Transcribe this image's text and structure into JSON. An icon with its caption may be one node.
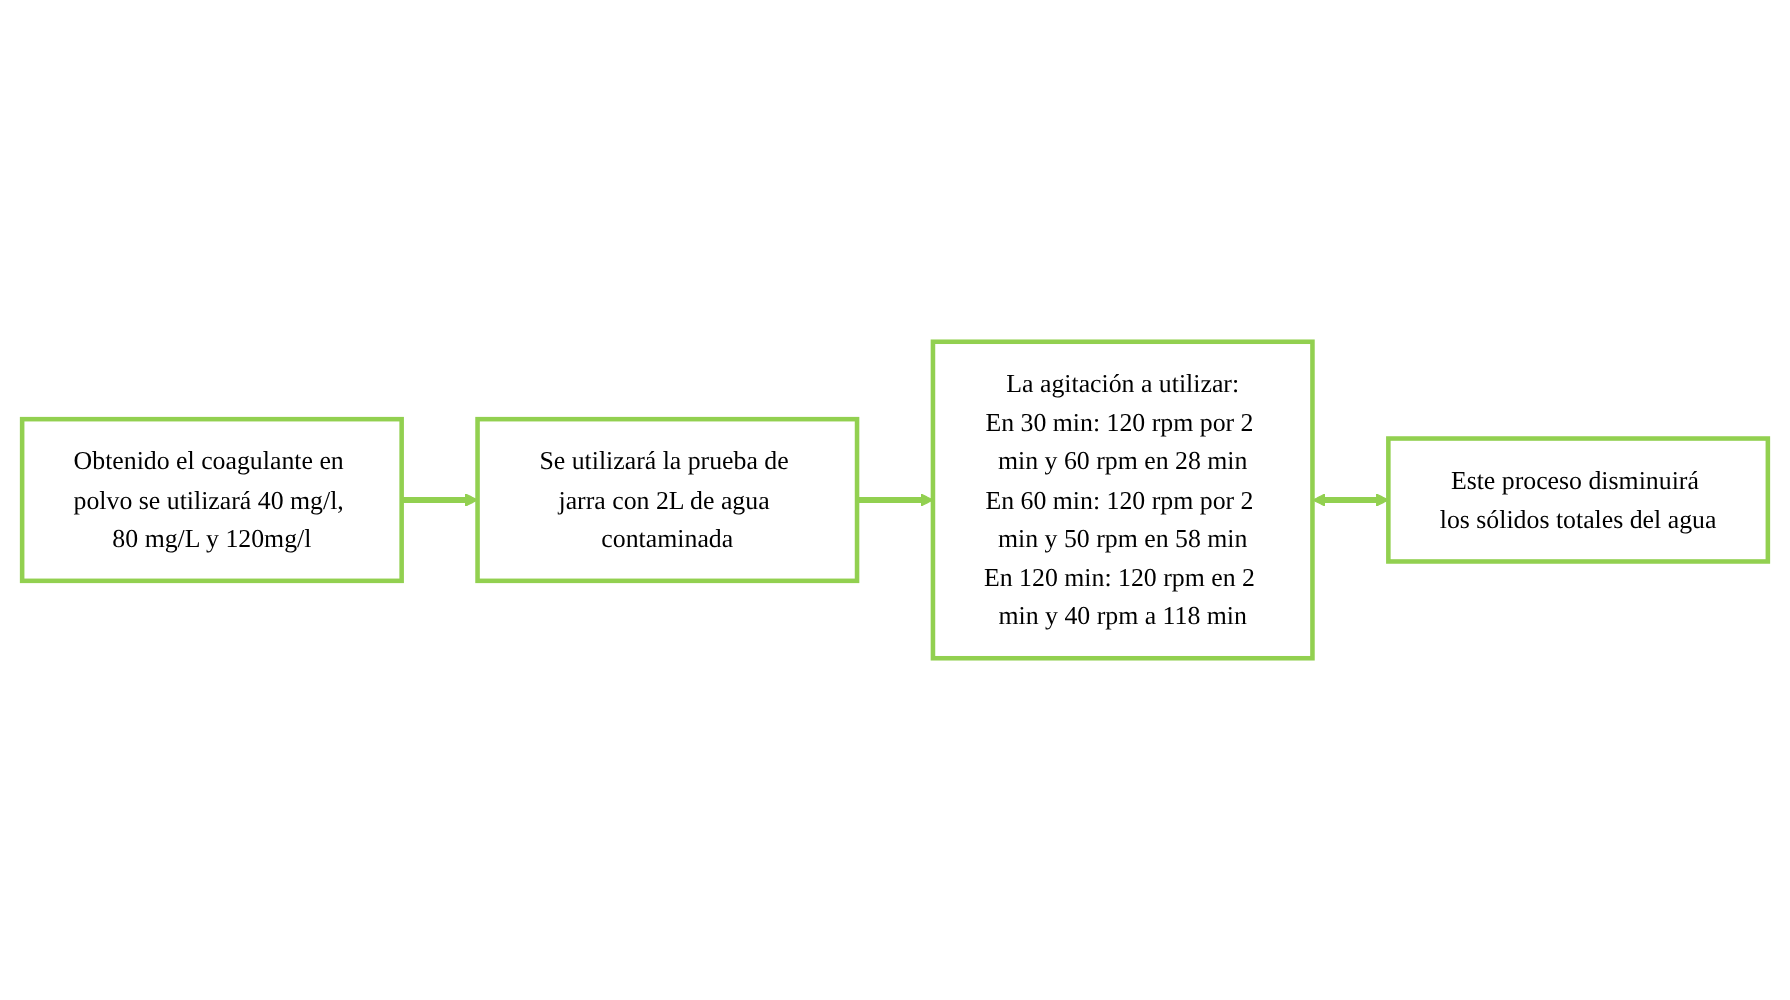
{
  "diagram": {
    "nodes": [
      {
        "text": [
          "Obtenido el coagulante en polvo se utilizará 40 mg/l, 80 mg/L y 120mg/l"
        ]
      },
      {
        "text": [
          "Se utilizará la prueba de jarra con 2L de agua contaminada"
        ]
      },
      {
        "text": [
          "La agitación a utilizar:",
          "En 30 min: 120 rpm por 2 min y 60 rpm en 28 min",
          "En 60 min: 120 rpm por 2 min y 50 rpm en 58 min",
          "En 120 min: 120 rpm en 2 min y 40 rpm a 118 min"
        ]
      },
      {
        "text": [
          "Este proceso disminuirá los sólidos totales del agua"
        ]
      }
    ],
    "edges": [
      {
        "from": 0,
        "to": 1,
        "arrow": "to"
      },
      {
        "from": 1,
        "to": 2,
        "arrow": "to"
      },
      {
        "from": 2,
        "to": 3,
        "arrow": "both"
      }
    ]
  }
}
